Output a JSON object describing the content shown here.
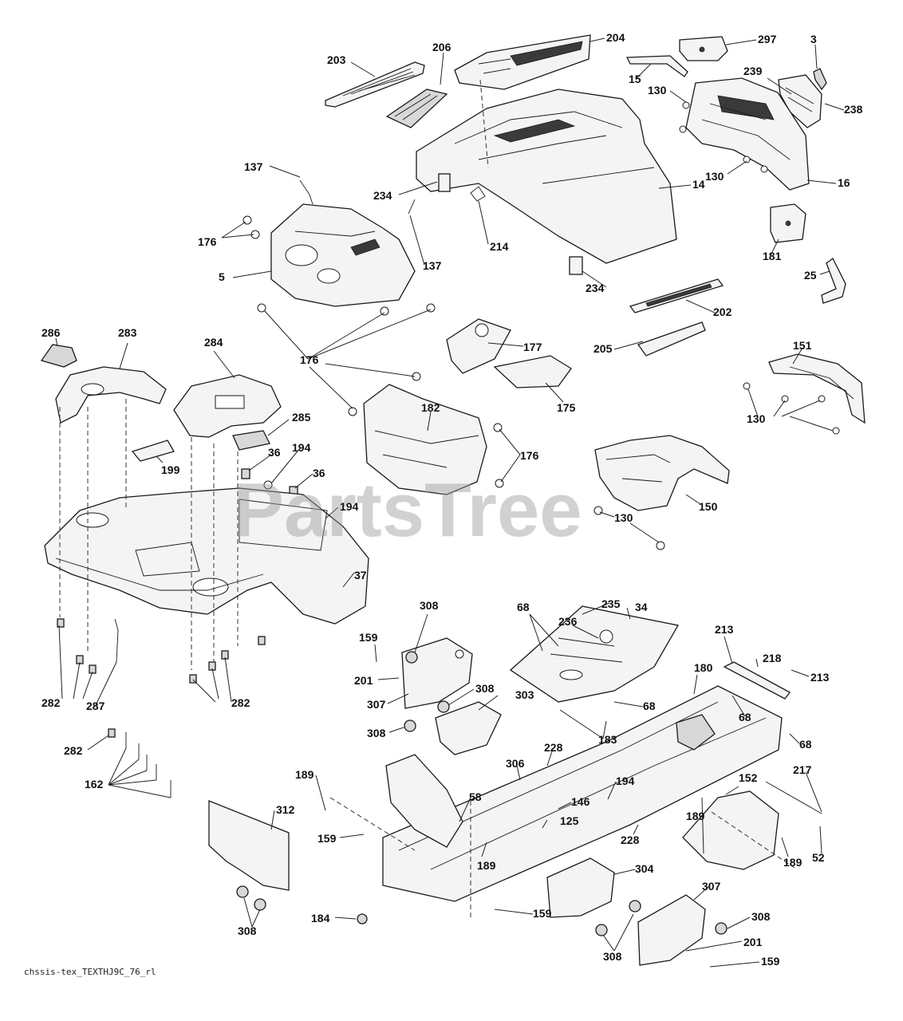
{
  "watermark": "PartsTree",
  "footer_code": "chssis-tex_TEXTHJ9C_76_rl",
  "callouts": [
    {
      "id": "c203",
      "text": "203"
    },
    {
      "id": "c206",
      "text": "206"
    },
    {
      "id": "c204",
      "text": "204"
    },
    {
      "id": "c297",
      "text": "297"
    },
    {
      "id": "c3",
      "text": "3"
    },
    {
      "id": "c15",
      "text": "15"
    },
    {
      "id": "c239",
      "text": "239"
    },
    {
      "id": "c130a",
      "text": "130"
    },
    {
      "id": "c238",
      "text": "238"
    },
    {
      "id": "c137a",
      "text": "137"
    },
    {
      "id": "c176a",
      "text": "176"
    },
    {
      "id": "c234a",
      "text": "234"
    },
    {
      "id": "c214",
      "text": "214"
    },
    {
      "id": "c137b",
      "text": "137"
    },
    {
      "id": "c5",
      "text": "5"
    },
    {
      "id": "c14",
      "text": "14"
    },
    {
      "id": "c130b",
      "text": "130"
    },
    {
      "id": "c16",
      "text": "16"
    },
    {
      "id": "c181",
      "text": "181"
    },
    {
      "id": "c25",
      "text": "25"
    },
    {
      "id": "c234b",
      "text": "234"
    },
    {
      "id": "c202",
      "text": "202"
    },
    {
      "id": "c286",
      "text": "286"
    },
    {
      "id": "c283",
      "text": "283"
    },
    {
      "id": "c284",
      "text": "284"
    },
    {
      "id": "c176b",
      "text": "176"
    },
    {
      "id": "c177",
      "text": "177"
    },
    {
      "id": "c205",
      "text": "205"
    },
    {
      "id": "c151",
      "text": "151"
    },
    {
      "id": "c175",
      "text": "175"
    },
    {
      "id": "c182",
      "text": "182"
    },
    {
      "id": "c285",
      "text": "285"
    },
    {
      "id": "c130c",
      "text": "130"
    },
    {
      "id": "c36a",
      "text": "36"
    },
    {
      "id": "c194a",
      "text": "194"
    },
    {
      "id": "c36b",
      "text": "36"
    },
    {
      "id": "c176c",
      "text": "176"
    },
    {
      "id": "c199",
      "text": "199"
    },
    {
      "id": "c194b",
      "text": "194"
    },
    {
      "id": "c150",
      "text": "150"
    },
    {
      "id": "c130d",
      "text": "130"
    },
    {
      "id": "c37",
      "text": "37"
    },
    {
      "id": "c308a",
      "text": "308"
    },
    {
      "id": "c68a",
      "text": "68"
    },
    {
      "id": "c235",
      "text": "235"
    },
    {
      "id": "c34",
      "text": "34"
    },
    {
      "id": "c236",
      "text": "236"
    },
    {
      "id": "c159a",
      "text": "159"
    },
    {
      "id": "c213a",
      "text": "213"
    },
    {
      "id": "c218",
      "text": "218"
    },
    {
      "id": "c180",
      "text": "180"
    },
    {
      "id": "c213b",
      "text": "213"
    },
    {
      "id": "c201a",
      "text": "201"
    },
    {
      "id": "c282a",
      "text": "282"
    },
    {
      "id": "c287",
      "text": "287"
    },
    {
      "id": "c282b",
      "text": "282"
    },
    {
      "id": "c307a",
      "text": "307"
    },
    {
      "id": "c308b",
      "text": "308"
    },
    {
      "id": "c303",
      "text": "303"
    },
    {
      "id": "c68b",
      "text": "68"
    },
    {
      "id": "c68c",
      "text": "68"
    },
    {
      "id": "c308c",
      "text": "308"
    },
    {
      "id": "c183",
      "text": "183"
    },
    {
      "id": "c68d",
      "text": "68"
    },
    {
      "id": "c282c",
      "text": "282"
    },
    {
      "id": "c228a",
      "text": "228"
    },
    {
      "id": "c306",
      "text": "306"
    },
    {
      "id": "c217",
      "text": "217"
    },
    {
      "id": "c162",
      "text": "162"
    },
    {
      "id": "c189a",
      "text": "189"
    },
    {
      "id": "c194c",
      "text": "194"
    },
    {
      "id": "c152",
      "text": "152"
    },
    {
      "id": "c58",
      "text": "58"
    },
    {
      "id": "c146",
      "text": "146"
    },
    {
      "id": "c312",
      "text": "312"
    },
    {
      "id": "c125",
      "text": "125"
    },
    {
      "id": "c189b",
      "text": "189"
    },
    {
      "id": "c228b",
      "text": "228"
    },
    {
      "id": "c52",
      "text": "52"
    },
    {
      "id": "c159b",
      "text": "159"
    },
    {
      "id": "c189c",
      "text": "189"
    },
    {
      "id": "c189d",
      "text": "189"
    },
    {
      "id": "c304",
      "text": "304"
    },
    {
      "id": "c307b",
      "text": "307"
    },
    {
      "id": "c184",
      "text": "184"
    },
    {
      "id": "c159c",
      "text": "159"
    },
    {
      "id": "c308d",
      "text": "308"
    },
    {
      "id": "c308e",
      "text": "308"
    },
    {
      "id": "c201b",
      "text": "201"
    },
    {
      "id": "c159d",
      "text": "159"
    },
    {
      "id": "c308f",
      "text": "308"
    }
  ]
}
